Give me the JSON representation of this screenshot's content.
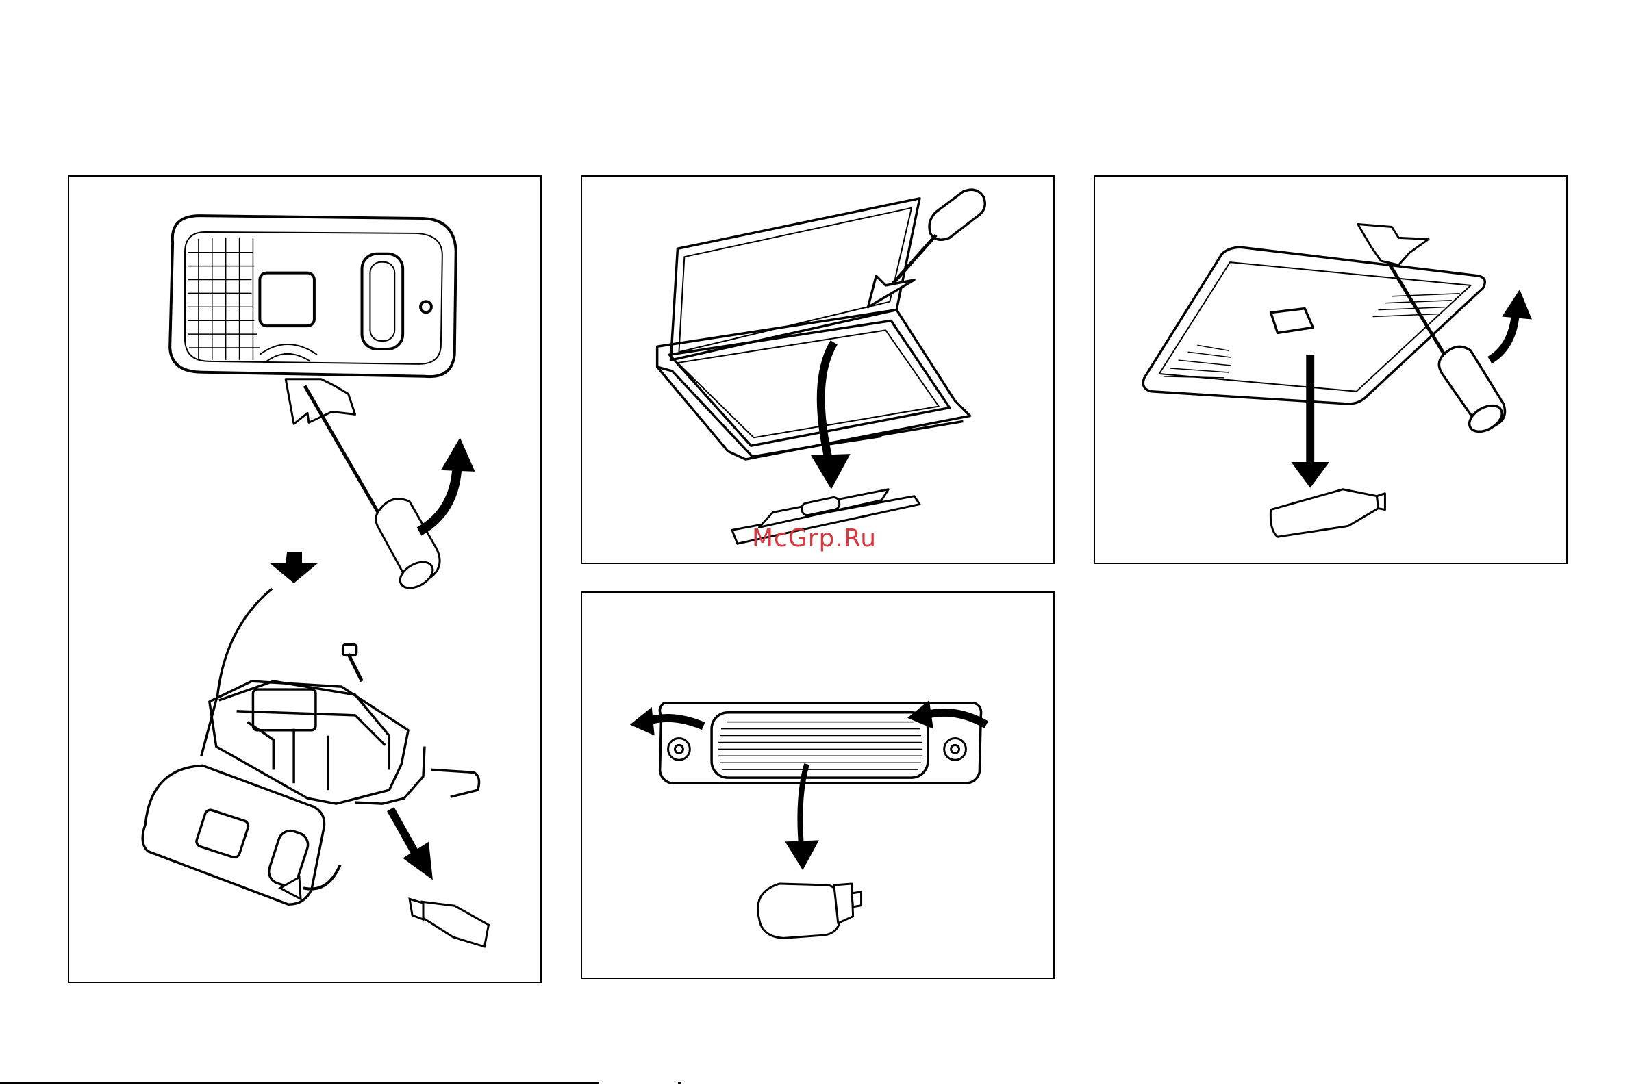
{
  "watermark": {
    "text": "McGrp.Ru",
    "color": "#d9363e"
  },
  "figures": [
    {
      "id": "map-light-removal",
      "icons": [
        "lens-icon",
        "screwdriver-icon",
        "cloth-icon",
        "curved-arrow-icon",
        "down-arrow-icon",
        "housing-icon",
        "screw-icon",
        "bulb-icon"
      ]
    },
    {
      "id": "vanity-lamp-removal",
      "icons": [
        "mirror-lid-icon",
        "screwdriver-icon",
        "down-arrow-icon",
        "bulb-holder-icon"
      ]
    },
    {
      "id": "room-lamp-removal",
      "icons": [
        "lens-icon",
        "cloth-icon",
        "screwdriver-icon",
        "curved-arrow-icon",
        "down-arrow-icon",
        "bulb-icon"
      ]
    },
    {
      "id": "license-lamp-removal",
      "icons": [
        "lamp-housing-icon",
        "curved-arrow-icon",
        "down-arrow-icon",
        "wedge-bulb-icon"
      ]
    }
  ]
}
